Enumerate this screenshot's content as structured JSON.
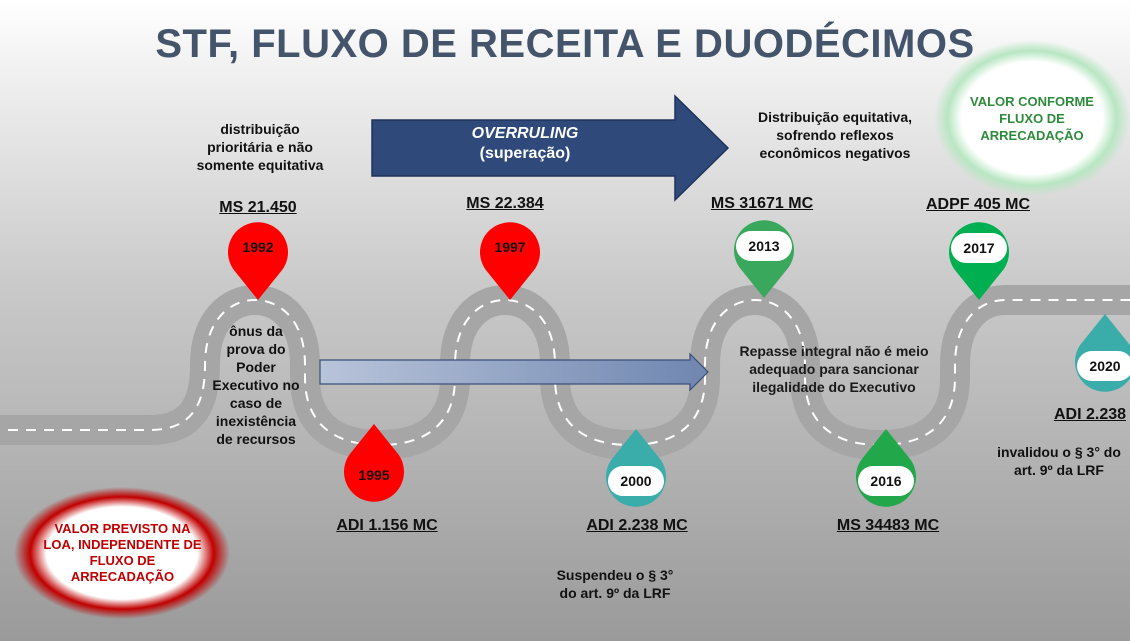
{
  "title": "STF, FLUXO DE RECEITA E DUODÉCIMOS",
  "arrow": {
    "line1": "OVERRULING",
    "line2": "(superação)"
  },
  "callouts": {
    "left_top": "distribuição prioritária e não somente equitativa",
    "right_top": "Distribuição equitativa, sofrendo reflexos econômicos negativos",
    "burden": "ônus da prova do Poder Executivo no caso de inexistência de recursos",
    "repasse": "Repasse integral não é meio adequado para  sancionar ilegalidade do Executivo",
    "suspendeu": "Suspendeu o § 3° do art. 9º da LRF",
    "invalidou": "invalidou o § 3° do art. 9º da LRF"
  },
  "ellipses": {
    "loa": "VALOR PREVISTO NA LOA, INDEPENDENTE DE FLUXO DE ARRECADAÇÃO",
    "arrecadacao": "VALOR CONFORME FLUXO DE ARRECADAÇÃO"
  },
  "milestones": [
    {
      "year": "1992",
      "case": "MS 21.450",
      "color": "#ff0000",
      "position": "top"
    },
    {
      "year": "1995",
      "case": "ADI 1.156 MC",
      "color": "#ff0000",
      "position": "bottom"
    },
    {
      "year": "1997",
      "case": "MS 22.384",
      "color": "#ff0000",
      "position": "top"
    },
    {
      "year": "2000",
      "case": "ADI 2.238 MC",
      "color": "#3aacaa",
      "position": "bottom"
    },
    {
      "year": "2013",
      "case": "MS 31671 MC",
      "color": "#3aa85c",
      "position": "top"
    },
    {
      "year": "2016",
      "case": "MS 34483 MC",
      "color": "#22a84a",
      "position": "bottom"
    },
    {
      "year": "2017",
      "case": "ADPF 405 MC",
      "color": "#00b050",
      "position": "top"
    },
    {
      "year": "2020",
      "case": "ADI 2.238",
      "color": "#3aacaa",
      "position": "bottom"
    }
  ],
  "colors": {
    "title": "#44546a",
    "arrow": "#2f4a7a",
    "road": "#a6a6a6",
    "red_ellipse": "#c00000",
    "green_text": "#2e8b3c"
  }
}
